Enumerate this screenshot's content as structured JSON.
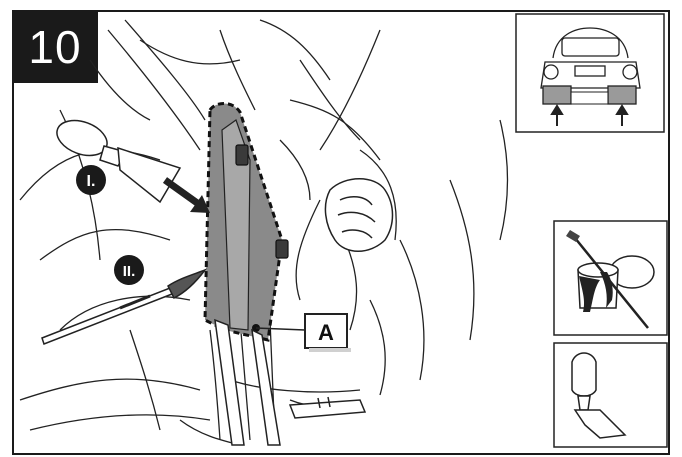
{
  "step": {
    "number": "10"
  },
  "callouts": {
    "step_one": "I.",
    "step_two": "II.",
    "part_label": "A"
  },
  "icons": {
    "vehicle_location": "car-rear-bumper-location-icon",
    "paint_and_brush": "paint-can-brush-icon",
    "scraper_tool": "scraper-icon"
  },
  "colors": {
    "frame": "#1a1a1a",
    "highlight": "#8a8a8a",
    "badge": "#1a1a1a"
  }
}
